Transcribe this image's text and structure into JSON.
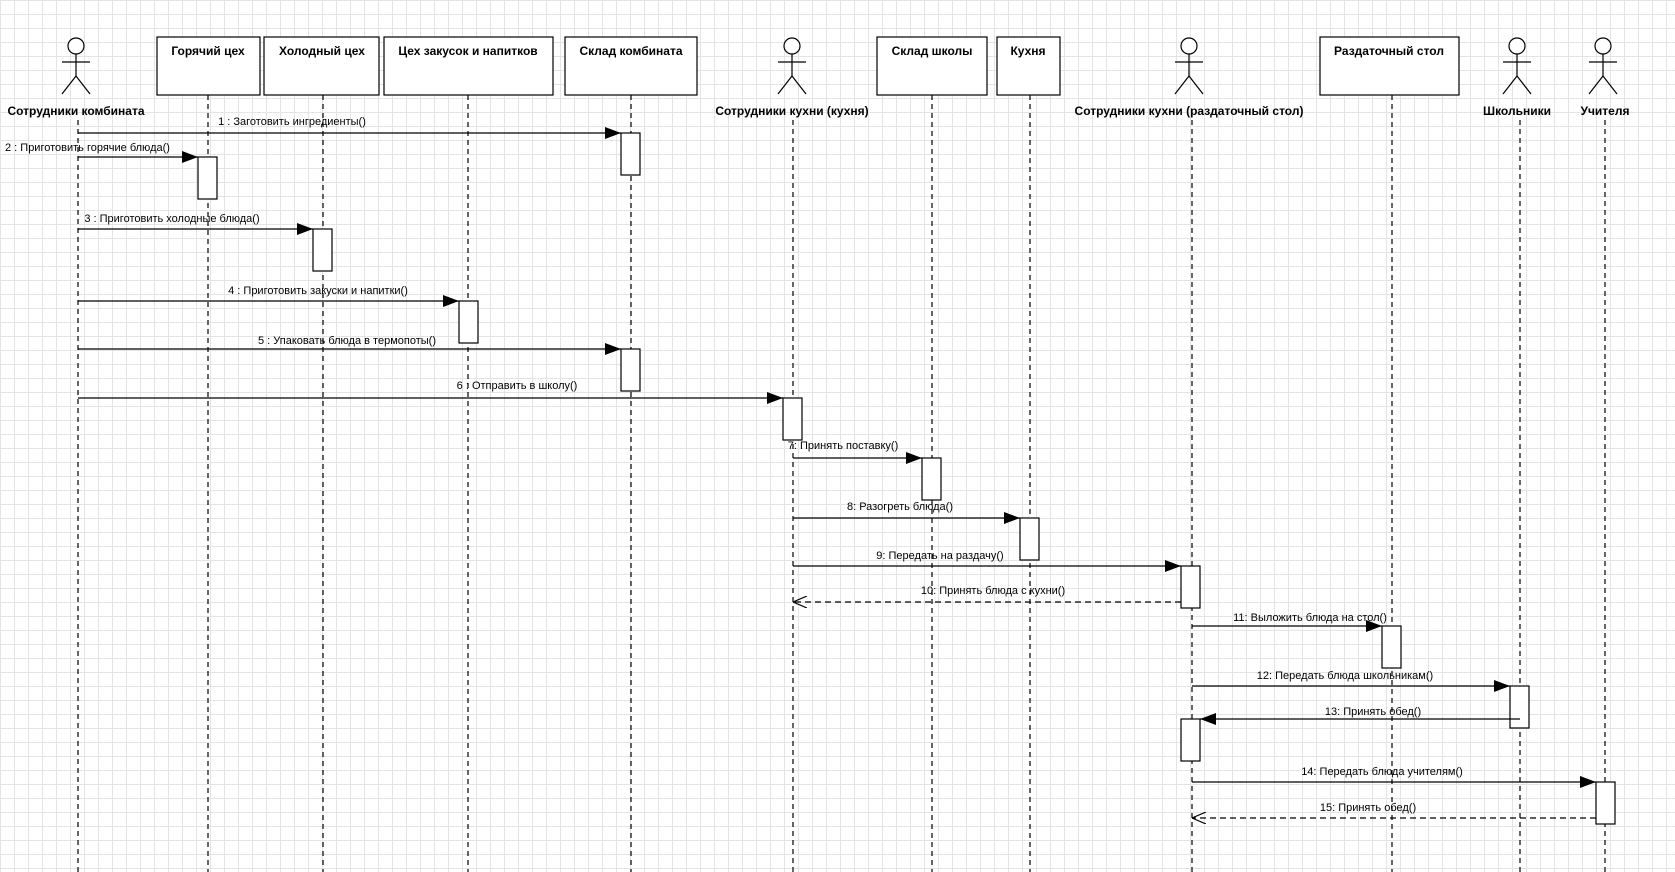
{
  "diagram": {
    "participants": [
      {
        "id": "p1",
        "kind": "actor",
        "label": "Сотрудники комбината"
      },
      {
        "id": "p2",
        "kind": "object",
        "label": "Горячий цех"
      },
      {
        "id": "p3",
        "kind": "object",
        "label": "Холодный цех"
      },
      {
        "id": "p4",
        "kind": "object",
        "label": "Цех закусок и напитков"
      },
      {
        "id": "p5",
        "kind": "object",
        "label": "Склад комбината"
      },
      {
        "id": "p6",
        "kind": "actor",
        "label": "Сотрудники кухни (кухня)"
      },
      {
        "id": "p7",
        "kind": "object",
        "label": "Склад школы"
      },
      {
        "id": "p8",
        "kind": "object",
        "label": "Кухня"
      },
      {
        "id": "p9",
        "kind": "actor",
        "label": "Сотрудники кухни (раздаточный стол)"
      },
      {
        "id": "p10",
        "kind": "object",
        "label": "Раздаточный стол"
      },
      {
        "id": "p11",
        "kind": "actor",
        "label": "Школьники"
      },
      {
        "id": "p12",
        "kind": "actor",
        "label": "Учителя"
      }
    ],
    "messages": [
      {
        "from": "p1",
        "to": "p5",
        "label": "1 : Заготовить ингредиенты()",
        "type": "sync"
      },
      {
        "from": "p1",
        "to": "p2",
        "label": "2 : Приготовить горячие блюда()",
        "type": "sync"
      },
      {
        "from": "p1",
        "to": "p3",
        "label": "3 : Приготовить холодные блюда()",
        "type": "sync"
      },
      {
        "from": "p1",
        "to": "p4",
        "label": "4 : Приготовить закуски и напитки()",
        "type": "sync"
      },
      {
        "from": "p1",
        "to": "p5",
        "label": "5 : Упаковать блюда в термопоты()",
        "type": "sync"
      },
      {
        "from": "p1",
        "to": "p6",
        "label": "6 : Отправить в школу()",
        "type": "sync"
      },
      {
        "from": "p6",
        "to": "p7",
        "label": "7:  Принять поставку()",
        "type": "sync"
      },
      {
        "from": "p6",
        "to": "p8",
        "label": "8:  Разогреть блюда()",
        "type": "sync"
      },
      {
        "from": "p6",
        "to": "p9",
        "label": "9:  Передать на раздачу()",
        "type": "sync"
      },
      {
        "from": "p9",
        "to": "p6",
        "label": "10:  Принять блюда с кухни()",
        "type": "return"
      },
      {
        "from": "p9",
        "to": "p10",
        "label": "11: Выложить блюда на стол()",
        "type": "sync"
      },
      {
        "from": "p9",
        "to": "p11",
        "label": "12:  Передать блюда школьникам()",
        "type": "sync"
      },
      {
        "from": "p11",
        "to": "p9",
        "label": "13:  Принять обед()",
        "type": "sync"
      },
      {
        "from": "p9",
        "to": "p12",
        "label": "14:  Передать блюда учителям()",
        "type": "sync"
      },
      {
        "from": "p12",
        "to": "p9",
        "label": "15:  Принять обед()",
        "type": "return"
      }
    ]
  }
}
